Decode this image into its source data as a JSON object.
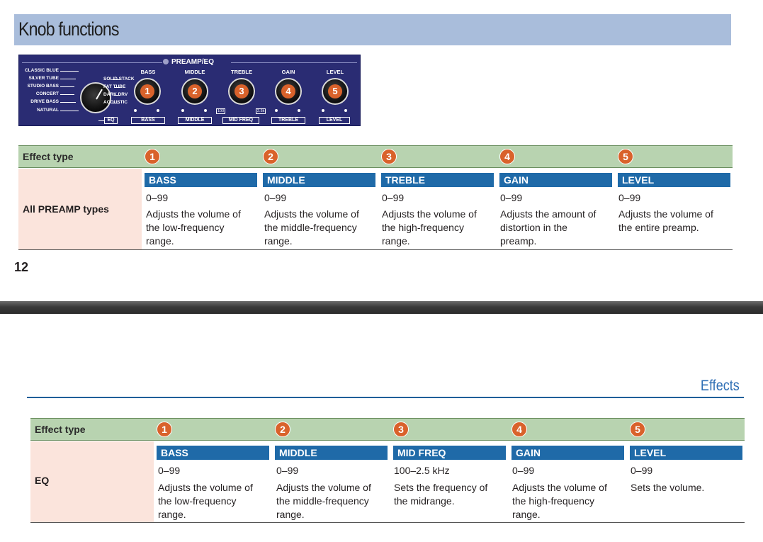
{
  "section": {
    "title": "Knob functions"
  },
  "panel": {
    "title": "PREAMP/EQ",
    "types_left": [
      "CLASSIC BLUE",
      "SILVER TUBE",
      "STUDIO BASS",
      "CONCERT",
      "DRIVE BASS",
      "NATURAL"
    ],
    "types_right": [
      "SOLID STACK",
      "FAT TUBE",
      "DARK DRV",
      "ACOUSTIC"
    ],
    "eq_label": "EQ",
    "knobs": [
      {
        "num": "1",
        "top_label": "BASS",
        "bottom_label": "BASS"
      },
      {
        "num": "2",
        "top_label": "MIDDLE",
        "bottom_label": "MIDDLE"
      },
      {
        "num": "3",
        "top_label": "TREBLE",
        "bottom_label": "MID FREQ"
      },
      {
        "num": "4",
        "top_label": "GAIN",
        "bottom_label": "TREBLE"
      },
      {
        "num": "5",
        "top_label": "LEVEL",
        "bottom_label": "LEVEL"
      }
    ],
    "mid_freq_min": "100",
    "mid_freq_max": "2.5k"
  },
  "table1": {
    "header_label": "Effect type",
    "row_label": "All PREAMP types",
    "columns": [
      {
        "num": "1",
        "name": "BASS",
        "range": "0–99",
        "desc": "Adjusts the volume of the low-frequency range."
      },
      {
        "num": "2",
        "name": "MIDDLE",
        "range": "0–99",
        "desc": "Adjusts the volume of the middle-frequency range."
      },
      {
        "num": "3",
        "name": "TREBLE",
        "range": "0–99",
        "desc": "Adjusts the volume of the high-frequency range."
      },
      {
        "num": "4",
        "name": "GAIN",
        "range": "0–99",
        "desc": "Adjusts the amount of distortion in the preamp."
      },
      {
        "num": "5",
        "name": "LEVEL",
        "range": "0–99",
        "desc": "Adjusts the volume of the entire preamp."
      }
    ]
  },
  "page_number": "12",
  "effects_heading": "Effects",
  "table2": {
    "header_label": "Effect type",
    "row_label": "EQ",
    "columns": [
      {
        "num": "1",
        "name": "BASS",
        "range": "0–99",
        "desc": "Adjusts the volume of the low-frequency range."
      },
      {
        "num": "2",
        "name": "MIDDLE",
        "range": "0–99",
        "desc": "Adjusts the volume of the middle-frequency range."
      },
      {
        "num": "3",
        "name": "MID FREQ",
        "range": "100–2.5 kHz",
        "desc": "Sets the frequency of the midrange."
      },
      {
        "num": "4",
        "name": "GAIN",
        "range": "0–99",
        "desc": "Adjusts the volume of the high-frequency range."
      },
      {
        "num": "5",
        "name": "LEVEL",
        "range": "0–99",
        "desc": "Sets the volume."
      }
    ]
  },
  "colors": {
    "section_header_bg": "#a9bddb",
    "panel_bg": "#2a2c73",
    "badge": "#d9622b",
    "col_title_bg": "#1f6aa8",
    "table_header_bg": "#b8d3b0",
    "row_label_bg": "#fbe4dc",
    "effects_blue": "#2f6fb5"
  }
}
